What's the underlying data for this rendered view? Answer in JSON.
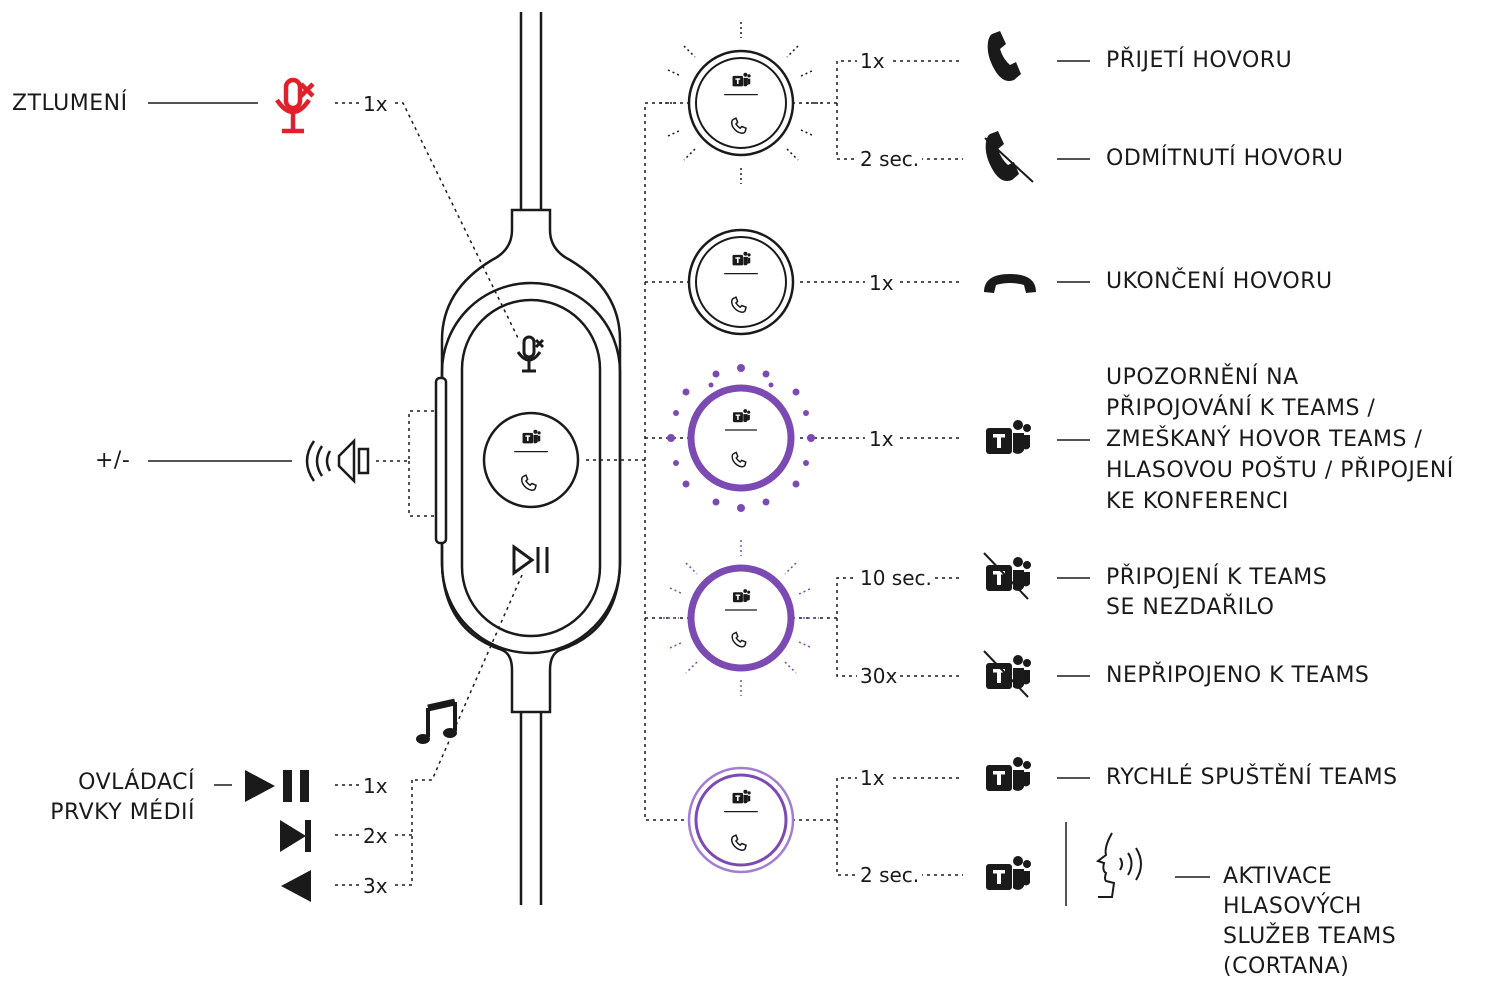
{
  "colors": {
    "ink": "#1a1a1a",
    "mute_red": "#e0212b",
    "teams_purple": "#7b4bb3",
    "teams_purple_light": "#a27dd0"
  },
  "left": {
    "mute_label": "ZTLUMENÍ",
    "mute_count": "1x",
    "volume_label": "+/-",
    "media_label_line1": "OVLÁDACÍ",
    "media_label_line2": "PRVKY MÉDIÍ",
    "media_counts": [
      "1x",
      "2x",
      "3x"
    ]
  },
  "controller": {
    "icons": [
      "mic-muted-icon",
      "teams-icon",
      "call-icon",
      "play-pause-icon",
      "speaker-icon",
      "music-note-icon"
    ]
  },
  "right": {
    "accept_count": "1x",
    "accept_label": "PŘIJETÍ HOVORU",
    "reject_count": "2 sec.",
    "reject_label": "ODMÍTNUTÍ HOVORU",
    "end_count": "1x",
    "end_label": "UKONČENÍ HOVORU",
    "notify_count": "1x",
    "notify_lines": [
      "UPOZORNĚNÍ NA",
      "PŘIPOJOVÁNÍ K TEAMS /",
      "ZMEŠKANÝ HOVOR TEAMS /",
      "HLASOVOU POŠTU / PŘIPOJENÍ",
      "KE KONFERENCI"
    ],
    "fail_count": "10 sec.",
    "fail_line1": "PŘIPOJENÍ K TEAMS",
    "fail_line2": "SE NEZDAŘILO",
    "notconn_count": "30x",
    "notconn_label": "NEPŘIPOJENO K TEAMS",
    "launch_count": "1x",
    "launch_label": "RYCHLÉ SPUŠTĚNÍ TEAMS",
    "voice_count": "2 sec.",
    "voice_lines": [
      "AKTIVACE",
      "HLASOVÝCH",
      "SLUŽEB TEAMS",
      "(CORTANA)"
    ]
  }
}
